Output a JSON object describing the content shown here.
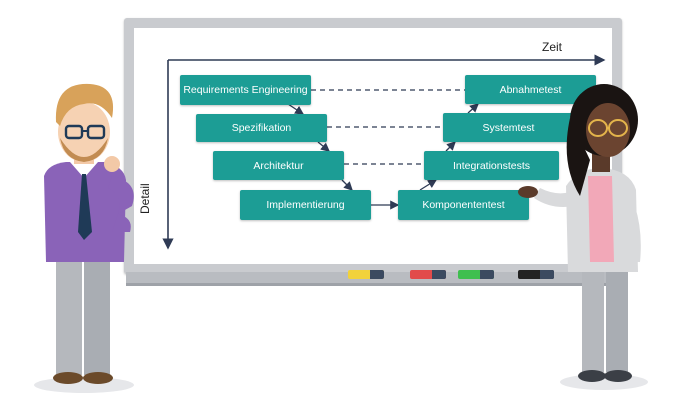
{
  "diagram": {
    "axis_time_label": "Zeit",
    "axis_detail_label": "Detail",
    "left_phases": [
      "Requirements Engineering",
      "Spezifikation",
      "Architektur",
      "Implementierung"
    ],
    "right_phases": [
      "Abnahmetest",
      "Systemtest",
      "Integrationstests",
      "Komponententest"
    ]
  },
  "board": {
    "marker_colors": [
      "#f2d23b",
      "#e24b4b",
      "#3fbf4f",
      "#222222"
    ]
  },
  "colors": {
    "box": "#1c9d95",
    "axis": "#2f3b55"
  }
}
